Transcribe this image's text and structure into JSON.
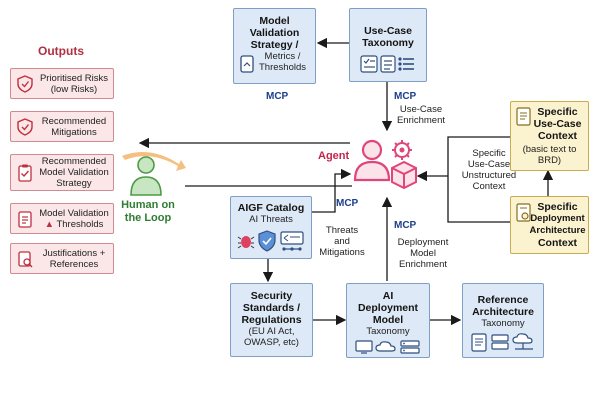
{
  "outputs": {
    "title": "Outputs",
    "items": [
      {
        "line1": "Prioritised Risks",
        "line2": "(low Risks)"
      },
      {
        "line1": "Recommended",
        "line2": "Mitigations"
      },
      {
        "line1": "Recommended",
        "line2": "Model Validation",
        "line3": "Strategy"
      },
      {
        "line1": "Model Validation",
        "line2": "Thresholds"
      },
      {
        "line1": "Justifications +",
        "line2": "References"
      }
    ]
  },
  "human": {
    "line1": "Human on",
    "line2": "the Loop"
  },
  "agent": {
    "label": "Agent"
  },
  "boxes": {
    "model_validation": {
      "title1": "Model",
      "title2": "Validation",
      "title3": "Strategy /",
      "sub1": "Metrics /",
      "sub2": "Thresholds"
    },
    "use_case_taxonomy": {
      "title1": "Use-Case",
      "title2": "Taxonomy"
    },
    "specific_use_case": {
      "title1": "Specific",
      "title2": "Use-Case",
      "title3": "Context",
      "sub1": "(basic text to",
      "sub2": "BRD)"
    },
    "specific_deployment": {
      "title1": "Specific",
      "title2": "Deployment",
      "title3": "Architecture",
      "title4": "Context"
    },
    "aigf_catalog": {
      "title": "AIGF Catalog",
      "sub": "AI Threats"
    },
    "security_standards": {
      "title1": "Security",
      "title2": "Standards /",
      "title3": "Regulations",
      "sub1": "(EU AI Act,",
      "sub2": "OWASP, etc)"
    },
    "ai_deployment": {
      "title1": "AI",
      "title2": "Deployment",
      "title3": "Model",
      "sub": "Taxonomy"
    },
    "reference_architecture": {
      "title1": "Reference",
      "title2": "Architecture",
      "sub": "Taxonomy"
    }
  },
  "mcp_labels": {
    "top_left": "MCP",
    "top_right": "MCP",
    "middle_left": "MCP",
    "middle_right": "MCP"
  },
  "edge_labels": {
    "use_case_enrichment": {
      "line1": "Use-Case",
      "line2": "Enrichment"
    },
    "specific_context": {
      "line1": "Specific",
      "line2": "Use-Case",
      "line3": "Unstructured",
      "line4": "Context"
    },
    "threats_mitigations": {
      "line1": "Threats",
      "line2": "and",
      "line3": "Mitigations"
    },
    "deployment_enrichment": {
      "line1": "Deployment",
      "line2": "Model",
      "line3": "Enrichment"
    }
  },
  "colors": {
    "box_blue": "#dde9f6",
    "box_yellow": "#fbf2cf",
    "output_pink": "#fbe7e7",
    "agent_pink": "#e0457b",
    "mcp_blue": "#1d3f8a",
    "human_green": "#2e7d32"
  }
}
